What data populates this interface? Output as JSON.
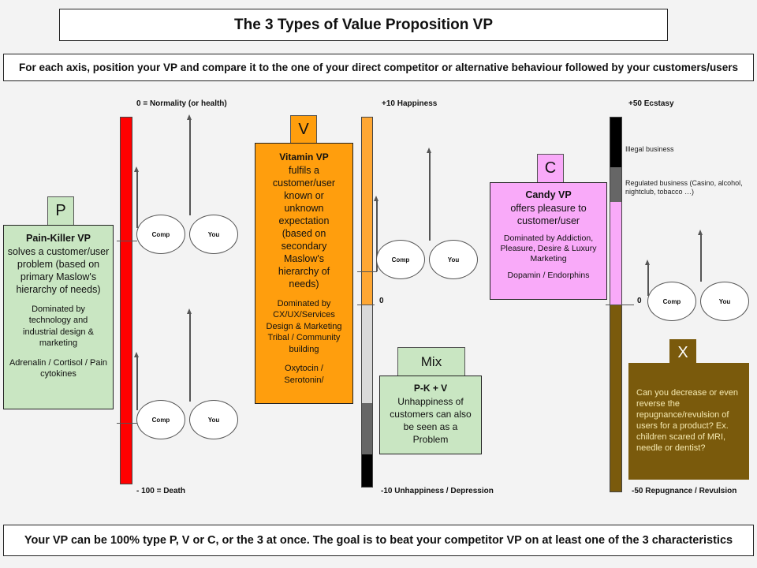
{
  "header": {
    "title": "The 3 Types of Value Proposition VP",
    "subtitle": "For each axis, position your VP and compare it to the one of your direct competitor or alternative behaviour followed by your customers/users"
  },
  "footer": {
    "text": "Your VP can be 100% type P, V or C, or the 3 at once. The goal is to beat your competitor VP on at least one of the 3 characteristics"
  },
  "colors": {
    "pain_bar": "#ff0000",
    "vitamin_bar": "#ffa733",
    "candy_bar": "#f9aaf9",
    "repugnance_bar": "#7a5a0c",
    "green_card": "#c9e6c2",
    "orange_card": "#ff9e0d",
    "pink_card": "#f9aaf9",
    "brown_card": "#7a5a0c"
  },
  "axes": {
    "pain": {
      "top_label": "0 = Normality (or health)",
      "bottom_label": "- 100 = Death"
    },
    "vitamin": {
      "top_label": "+10 Happiness",
      "zero_label": "0",
      "bottom_label": "-10 Unhappiness / Depression"
    },
    "candy": {
      "top_label": "+50 Ecstasy",
      "zero_label": "0",
      "bottom_label": "-50 Repugnance / Revulsion",
      "zone_illegal": "Illegal business",
      "zone_regulated_line1": "Regulated business (Casino, alcohol,",
      "zone_regulated_line2": "nightclub, tobacco …)"
    }
  },
  "markers": {
    "comp": "Comp",
    "you": "You"
  },
  "cards": {
    "pain": {
      "tab": "P",
      "title": "Pain-Killer VP",
      "desc": "solves a customer/user problem (based on primary Maslow's hierarchy of needs)",
      "dominated": "Dominated by technology and industrial design & marketing",
      "hormones": "Adrenalin / Cortisol / Pain cytokines"
    },
    "vitamin": {
      "tab": "V",
      "title": "Vitamin VP",
      "desc": "fulfils a customer/user known or unknown expectation (based on secondary Maslow's hierarchy of needs)",
      "dominated": "Dominated by CX/UX/Services Design & Marketing Tribal / Community building",
      "hormones": "Oxytocin / Serotonin/"
    },
    "mix": {
      "tab": "Mix",
      "title": "P-K + V",
      "desc": "Unhappiness of customers can also be seen as a Problem"
    },
    "candy": {
      "tab": "C",
      "title": "Candy VP",
      "desc": "offers pleasure to customer/user",
      "dominated": "Dominated by Addiction, Pleasure, Desire & Luxury Marketing",
      "hormones": "Dopamin / Endorphins"
    },
    "repugnance": {
      "tab": "X",
      "desc": "Can you decrease or even reverse the repugnance/revulsion of users for a product? Ex. children scared of MRI, needle or dentist?"
    }
  }
}
